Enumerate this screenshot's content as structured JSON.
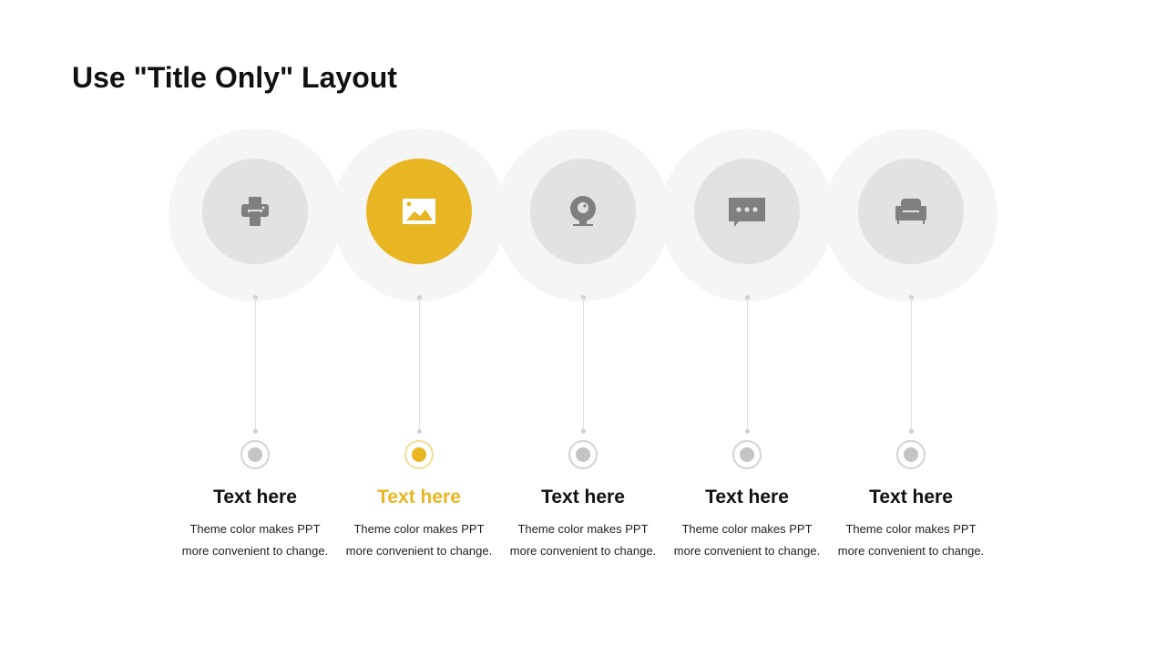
{
  "title": "Use \"Title Only\" Layout",
  "colors": {
    "accent": "#e8b623",
    "inactive_circle": "#e2e2e2",
    "halo": "#f5f5f5",
    "icon_gray": "#7f7f7f",
    "marker_gray": "#c4c4c4"
  },
  "steps": [
    {
      "icon": "printer-icon",
      "heading": "Text here",
      "line1": "Theme  color makes PPT",
      "line2": "more convenient  to change.",
      "active": false
    },
    {
      "icon": "image-icon",
      "heading": "Text here",
      "line1": "Theme  color makes PPT",
      "line2": "more convenient  to change.",
      "active": true
    },
    {
      "icon": "webcam-icon",
      "heading": "Text here",
      "line1": "Theme  color makes PPT",
      "line2": "more convenient  to change.",
      "active": false
    },
    {
      "icon": "chat-bubble-icon",
      "heading": "Text here",
      "line1": "Theme  color makes PPT",
      "line2": "more convenient  to change.",
      "active": false
    },
    {
      "icon": "armchair-icon",
      "heading": "Text here",
      "line1": "Theme  color makes PPT",
      "line2": "more convenient  to change.",
      "active": false
    }
  ]
}
